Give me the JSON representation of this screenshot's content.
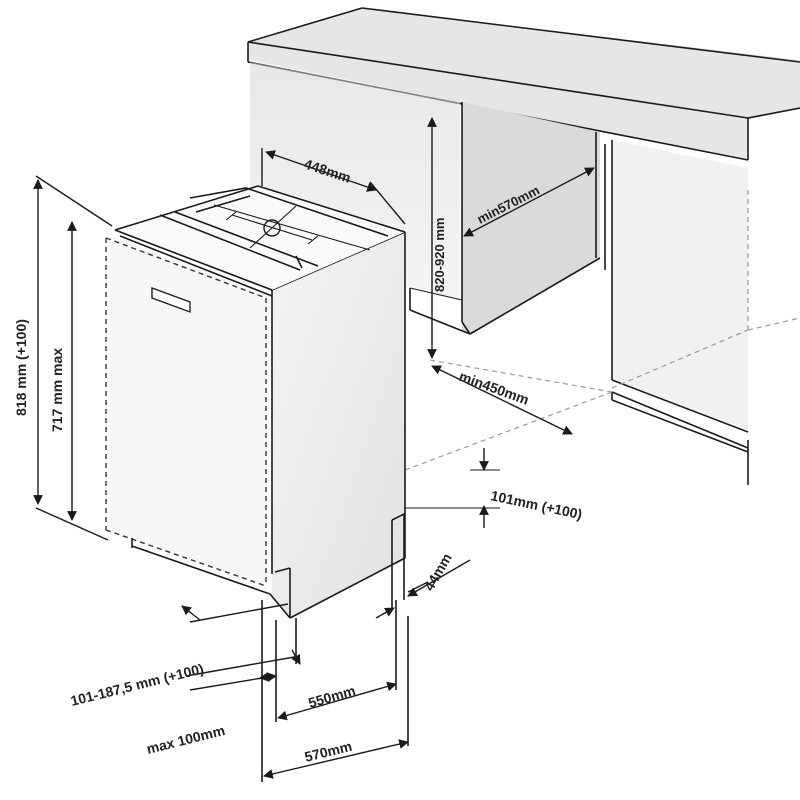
{
  "dimensions": {
    "width_448": "448mm",
    "height_818": "818 mm (+100)",
    "height_717": "717 mm max",
    "niche_height": "820-920 mm",
    "niche_depth": "min570mm",
    "niche_width": "min450mm",
    "plinth_101": "101mm (+100)",
    "plinth_44": "44mm",
    "door_offset": "101-187,5 mm (+100)",
    "max_100": "max 100mm",
    "depth_550": "550mm",
    "depth_570": "570mm"
  },
  "colors": {
    "line": "#1a1a1a",
    "countertop": "#e6e6e6",
    "cabinet_wall": "#dcdcdc",
    "appliance_side": "#f2f2f2",
    "door_panel": "#f7f7f7"
  }
}
